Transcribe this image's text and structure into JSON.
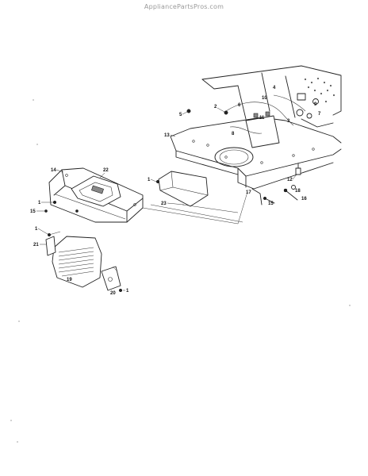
{
  "watermark": "AppliancePartsPros.com",
  "callouts": [
    {
      "id": "c5",
      "text": "5"
    },
    {
      "id": "c2",
      "text": "2"
    },
    {
      "id": "c13",
      "text": "13"
    },
    {
      "id": "c4",
      "text": "4"
    },
    {
      "id": "c10",
      "text": "10"
    },
    {
      "id": "c6",
      "text": "6"
    },
    {
      "id": "c11",
      "text": "11"
    },
    {
      "id": "c8",
      "text": "8"
    },
    {
      "id": "c9",
      "text": "9"
    },
    {
      "id": "c7",
      "text": "7"
    },
    {
      "id": "c3",
      "text": "3"
    },
    {
      "id": "c12",
      "text": "12"
    },
    {
      "id": "c14",
      "text": "14"
    },
    {
      "id": "c22",
      "text": "22"
    },
    {
      "id": "c1a",
      "text": "1"
    },
    {
      "id": "c23",
      "text": "23"
    },
    {
      "id": "c17",
      "text": "17"
    },
    {
      "id": "c15a",
      "text": "15"
    },
    {
      "id": "c18",
      "text": "18"
    },
    {
      "id": "c16",
      "text": "16"
    },
    {
      "id": "c1b",
      "text": "1"
    },
    {
      "id": "c15b",
      "text": "15"
    },
    {
      "id": "c1c",
      "text": "1"
    },
    {
      "id": "c21",
      "text": "21"
    },
    {
      "id": "c19",
      "text": "19"
    },
    {
      "id": "c20",
      "text": "20"
    },
    {
      "id": "c1d",
      "text": "1"
    }
  ]
}
